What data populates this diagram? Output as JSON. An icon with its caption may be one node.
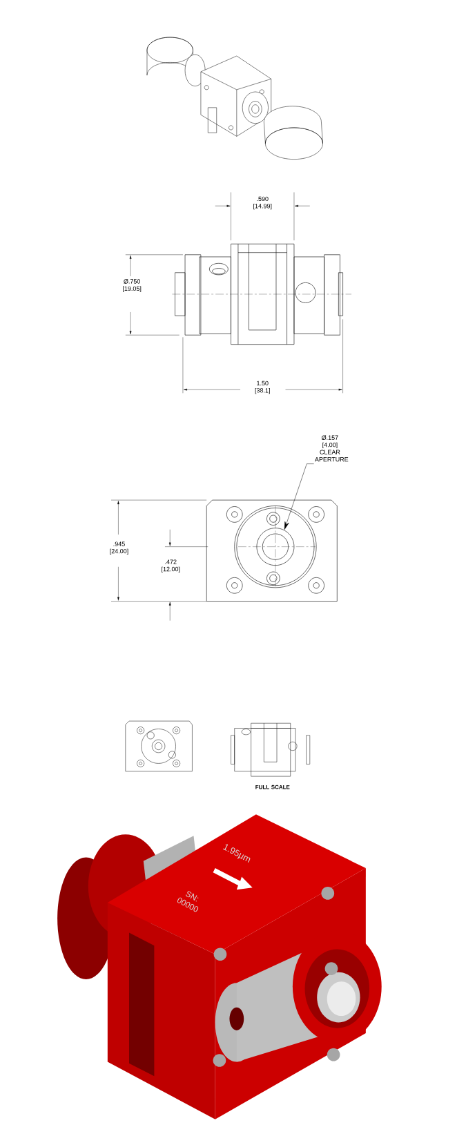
{
  "diagram": {
    "nodes": [
      {
        "text": [
          "Ø.157 [4.00] CLEAR APERTURE"
        ]
      },
      {
        "text": [],
        "shape": "circle"
      }
    ],
    "edges": [
      {
        "from": 0,
        "to": 1,
        "arrow": "to"
      }
    ],
    "labels": [
      ".590 [14.99]",
      "Ø.750 [19.05]",
      "1.50 [38.1]",
      ".945 [24.00]",
      ".472 [12.00]",
      "FULL SCALE",
      "1.95µm",
      "SN: 00000"
    ]
  }
}
